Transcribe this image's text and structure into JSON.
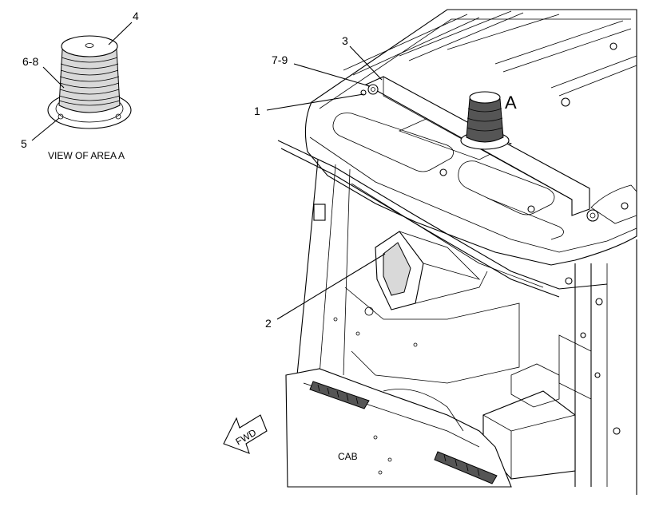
{
  "callouts": {
    "c4": "4",
    "c68": "6-8",
    "c5": "5",
    "c3": "3",
    "c79": "7-9",
    "c1": "1",
    "c2": "2"
  },
  "area_marker": "A",
  "view_caption": "VIEW OF AREA A",
  "cab_label": "CAB",
  "direction_label": "FWD"
}
